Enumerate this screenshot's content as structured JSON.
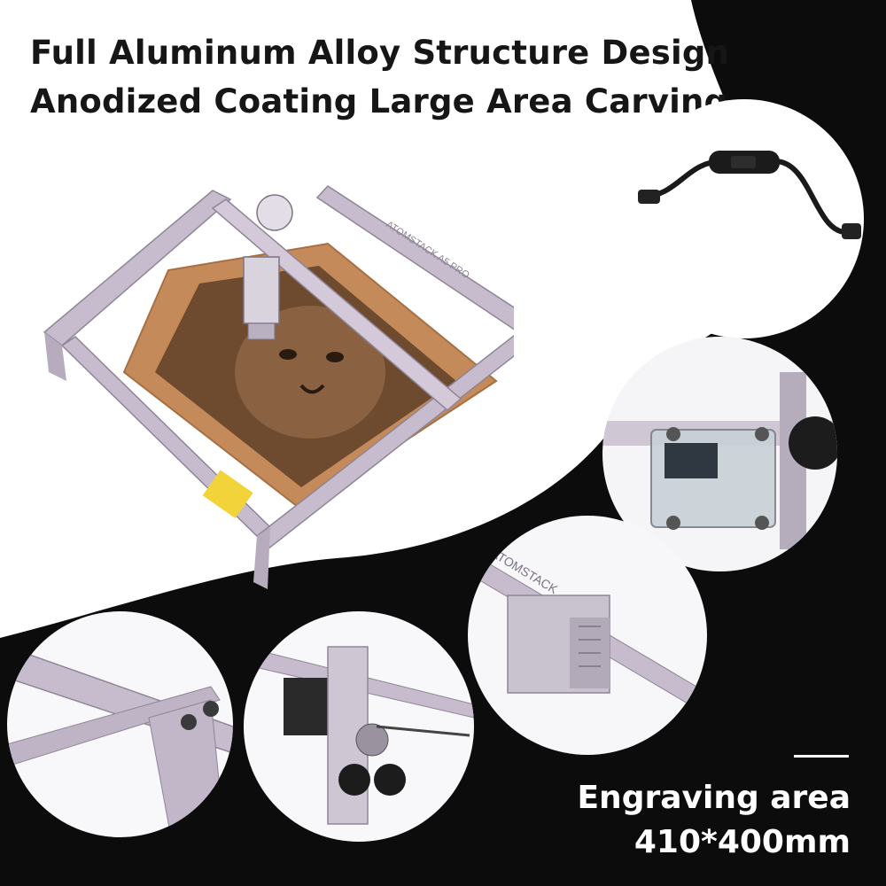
{
  "headline": {
    "line1": "Full Aluminum Alloy Structure Design",
    "line2": "Anodized Coating Large Area Carving"
  },
  "spec": {
    "label": "Engraving area",
    "value": "410*400mm"
  },
  "engraver": {
    "side_brand": "ATOMSTACK A5 PRO",
    "rail_brand": "ATOMSTACK"
  },
  "colors": {
    "black_band": "#0c0c0c",
    "frame": "#c7bccd",
    "frame_dark": "#8f8596",
    "wood": "#c48a5a",
    "text_dark": "#161616",
    "text_light": "#ffffff"
  },
  "icons": [
    "power-switch-cable",
    "motor",
    "pulley",
    "controller-board"
  ]
}
